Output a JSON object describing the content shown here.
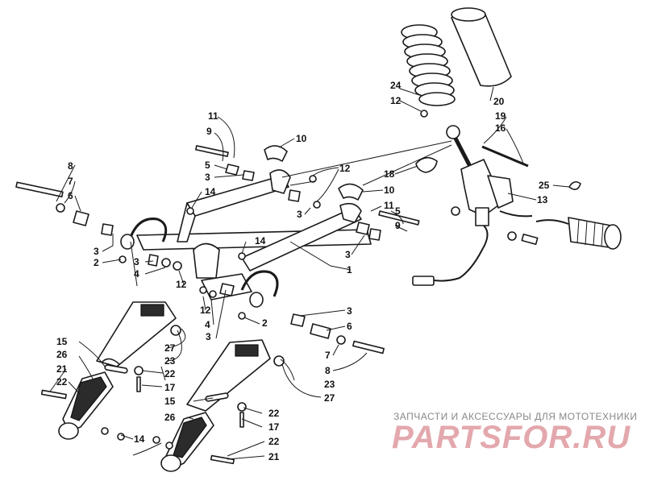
{
  "watermark": {
    "tagline": "ЗАПЧАСТИ И АКСЕССУАРЫ ДЛЯ МОТОТЕХНИКИ",
    "logo": "PARTSFOR.RU"
  },
  "callouts": {
    "c1": "1",
    "c2a": "2",
    "c2b": "2",
    "c3a": "3",
    "c3b": "3",
    "c3c": "3",
    "c3d": "3",
    "c3e": "3",
    "c3f": "3",
    "c3g": "3",
    "c4a": "4",
    "c4b": "4",
    "c5a": "5",
    "c5b": "5",
    "c6a": "6",
    "c6b": "6",
    "c7a": "7",
    "c7b": "7",
    "c8a": "8",
    "c8b": "8",
    "c9a": "9",
    "c9b": "9",
    "c10a": "10",
    "c10b": "10",
    "c11a": "11",
    "c11b": "11",
    "c12a": "12",
    "c12b": "12",
    "c12c": "12",
    "c12d": "12",
    "c13": "13",
    "c14a": "14",
    "c14b": "14",
    "c14c": "14",
    "c15a": "15",
    "c15b": "15",
    "c16": "16",
    "c17a": "17",
    "c17b": "17",
    "c18": "18",
    "c19": "19",
    "c20": "20",
    "c21a": "21",
    "c21b": "21",
    "c22a": "22",
    "c22b": "22",
    "c22c": "22",
    "c22d": "22",
    "c23a": "23",
    "c23b": "23",
    "c24": "24",
    "c25": "25",
    "c26a": "26",
    "c26b": "26",
    "c27a": "27",
    "c27b": "27"
  }
}
